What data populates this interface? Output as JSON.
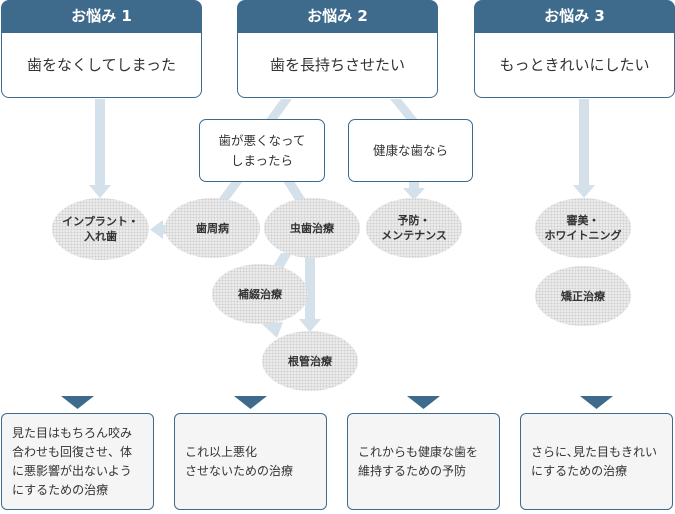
{
  "colors": {
    "header": "#3e6a8c",
    "arrow": "#d4e0ea",
    "down_marker": "#3e6a8c"
  },
  "worries": [
    {
      "title": "お悩み 1",
      "text": "歯をなくしてしまった"
    },
    {
      "title": "お悩み 2",
      "text": "歯を長持ちさせたい"
    },
    {
      "title": "お悩み 3",
      "text": "もっときれいにしたい"
    }
  ],
  "callouts": {
    "bad_teeth": "歯が悪くなって\nしまったら",
    "healthy_teeth": "健康な歯なら"
  },
  "treatments": {
    "implant": "インプラント・\n入れ歯",
    "periodontal": "歯周病",
    "caries": "虫歯治療",
    "prevention": "予防・\nメンテナンス",
    "aesthetic": "審美・\nホワイトニング",
    "prosthetic": "補綴治療",
    "root_canal": "根管治療",
    "orthodontic": "矯正治療"
  },
  "outcomes": [
    "見た目はもちろん咬み\n合わせも回復させ、体\nに悪影響が出ないよう\nにするための治療",
    "これ以上悪化\nさせないための治療",
    "これからも健康な歯を\n維持するための予防",
    "さらに､見た目もきれい\nにするための治療"
  ]
}
